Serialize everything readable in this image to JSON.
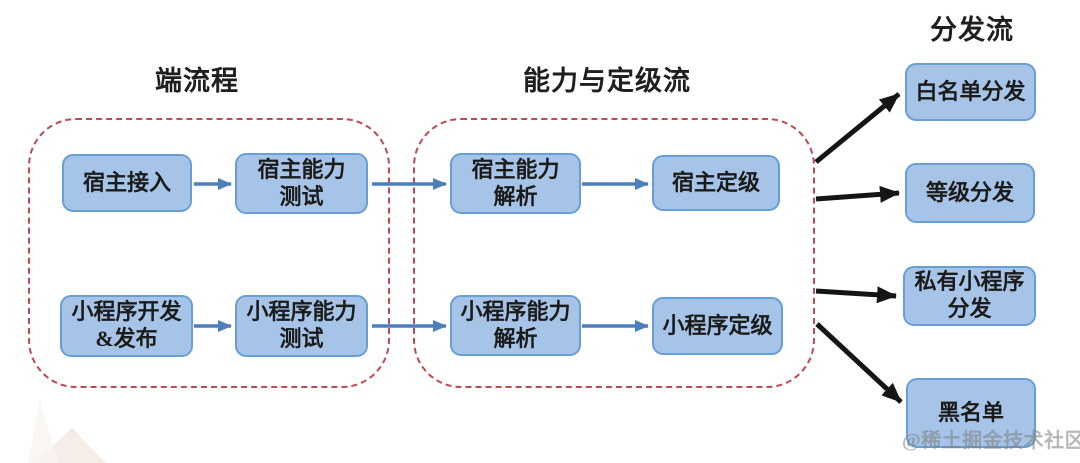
{
  "diagram": {
    "sections": [
      {
        "title": "端流程",
        "nodes": [
          {
            "id": "host-access",
            "label": "宿主接入"
          },
          {
            "id": "host-capability-test",
            "label": "宿主能力\n测试"
          },
          {
            "id": "miniapp-dev-publish",
            "label": "小程序开发\n&发布"
          },
          {
            "id": "miniapp-capability-test",
            "label": "小程序能力\n测试"
          }
        ]
      },
      {
        "title": "能力与定级流",
        "nodes": [
          {
            "id": "host-capability-parse",
            "label": "宿主能力\n解析"
          },
          {
            "id": "host-grading",
            "label": "宿主定级"
          },
          {
            "id": "miniapp-capability-parse",
            "label": "小程序能力\n解析"
          },
          {
            "id": "miniapp-grading",
            "label": "小程序定级"
          }
        ]
      },
      {
        "title": "分发流",
        "nodes": [
          {
            "id": "whitelist-distribution",
            "label": "白名单分发"
          },
          {
            "id": "tier-distribution",
            "label": "等级分发"
          },
          {
            "id": "private-miniapp-distribution",
            "label": "私有小程序\n分发"
          },
          {
            "id": "blacklist",
            "label": "黑名单"
          }
        ]
      }
    ],
    "watermark": "@稀土掘金技术社区"
  },
  "colors": {
    "node_fill": "#a6c4e7",
    "node_border": "#689fd4",
    "container_border": "#c14952",
    "arrow_blue": "#4f7fba",
    "arrow_black": "#151515",
    "text": "#1b1b1b",
    "watermark_gray": "#7d7d7d"
  }
}
